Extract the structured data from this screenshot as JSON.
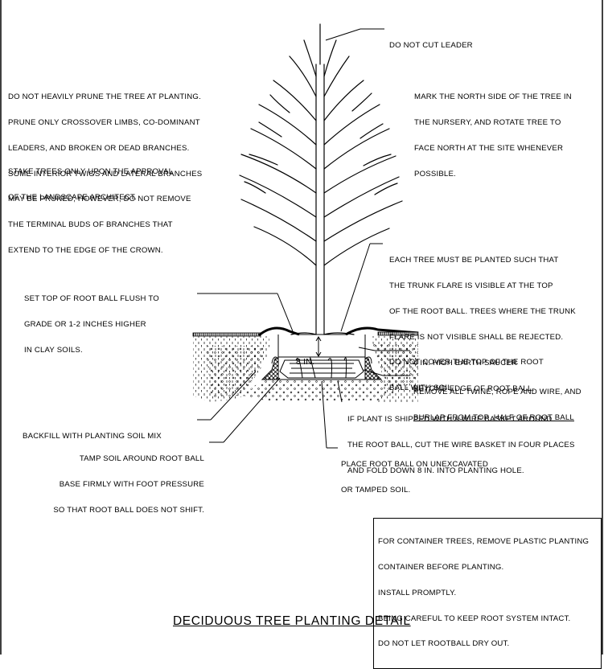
{
  "title": "DECIDUOUS TREE PLANTING DETAIL",
  "notes": {
    "leader": [
      "DO NOT CUT LEADER"
    ],
    "prune": [
      "DO NOT HEAVILY PRUNE THE TREE AT PLANTING.",
      "PRUNE ONLY CROSSOVER LIMBS, CO-DOMINANT",
      "LEADERS, AND BROKEN OR DEAD BRANCHES.",
      "SOME INTERIOR TWIGS AND LATERAL BRANCHES",
      "MAY BE PRUNED; HOWEVER, DO NOT REMOVE",
      "THE TERMINAL BUDS OF BRANCHES THAT",
      "EXTEND TO THE EDGE OF THE CROWN."
    ],
    "stake": [
      "STAKE TREES ONLY UPON THE APPROVAL",
      "OF THE LANDSCAPE ARCHITECT."
    ],
    "north": [
      "MARK THE NORTH SIDE OF THE TREE IN",
      "THE NURSERY, AND ROTATE TREE TO",
      "FACE NORTH AT THE SITE WHENEVER",
      "POSSIBLE."
    ],
    "flare": [
      "EACH TREE MUST BE PLANTED SUCH THAT",
      "THE TRUNK FLARE IS VISIBLE AT THE TOP",
      "OF THE ROOT BALL. TREES WHERE THE TRUNK",
      "FLARE IS NOT VISIBLE SHALL BE REJECTED.",
      "DO NOT COVER THE TOP OF THE ROOT",
      "BALL WITH SOIL."
    ],
    "rootball_top": [
      "SET TOP OF ROOT BALL FLUSH TO",
      "GRADE OR 1-2 INCHES HIGHER",
      "IN CLAY SOILS."
    ],
    "saucer": [
      "4 IN. HIGH EARTH SAUCER",
      "BEYOND EDGE OF ROOT BALL."
    ],
    "twine": [
      "REMOVE ALL TWINE, ROPE AND WIRE, AND",
      "BURLAP FROM TOP  HALF OF ROOT BALL"
    ],
    "basket": [
      "IF PLANT IS SHIPPED WITH A WIRE BASKET AROUND",
      "THE ROOT BALL, CUT THE WIRE BASKET IN FOUR PLACES",
      "AND FOLD DOWN 8 IN. INTO PLANTING HOLE."
    ],
    "backfill": [
      "BACKFILL WITH PLANTING SOIL MIX"
    ],
    "tamp": [
      "TAMP SOIL AROUND ROOT BALL",
      "BASE FIRMLY WITH FOOT PRESSURE",
      "SO THAT ROOT BALL DOES NOT SHIFT."
    ],
    "place": [
      "PLACE ROOT BALL ON UNEXCAVATED",
      "OR TAMPED SOIL."
    ],
    "container": [
      "FOR CONTAINER TREES, REMOVE PLASTIC PLANTING",
      "CONTAINER BEFORE PLANTING.",
      "INSTALL PROMPTLY.",
      "BEING CAREFUL TO KEEP ROOT SYSTEM INTACT.",
      "DO NOT LET ROOTBALL DRY OUT."
    ]
  },
  "dimension_label": "8 IN."
}
